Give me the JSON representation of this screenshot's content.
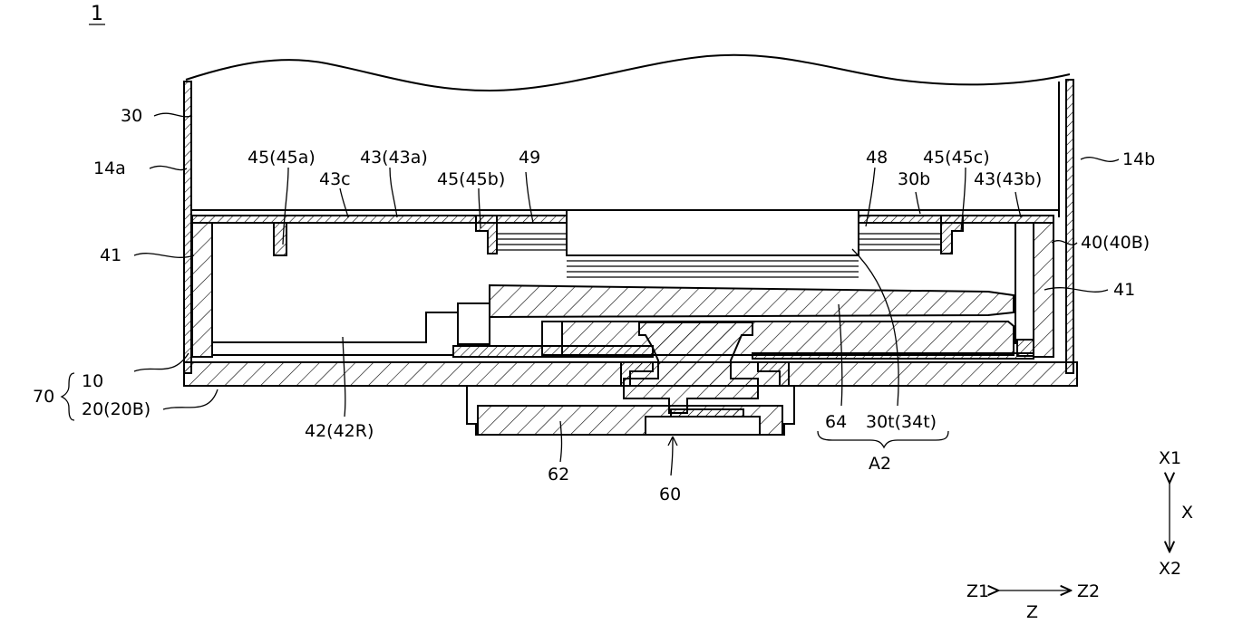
{
  "figure_number": "1",
  "labels": {
    "l30": "30",
    "l14a": "14a",
    "l14b": "14b",
    "l45a": "45(45a)",
    "l43a": "43(43a)",
    "l43c": "43c",
    "l45b": "45(45b)",
    "l49": "49",
    "l48": "48",
    "l45c": "45(45c)",
    "l30b": "30b",
    "l43b": "43(43b)",
    "l41_left": "41",
    "l41_right": "41",
    "l40": "40(40B)",
    "l70": "70",
    "l10": "10",
    "l20": "20(20B)",
    "l42": "42(42R)",
    "l64": "64",
    "l30t": "30t(34t)",
    "lA2": "A2",
    "l62": "62",
    "l60": "60"
  },
  "axes": {
    "x1": "X1",
    "x": "X",
    "x2": "X2",
    "z1": "Z1",
    "z": "Z",
    "z2": "Z2"
  }
}
